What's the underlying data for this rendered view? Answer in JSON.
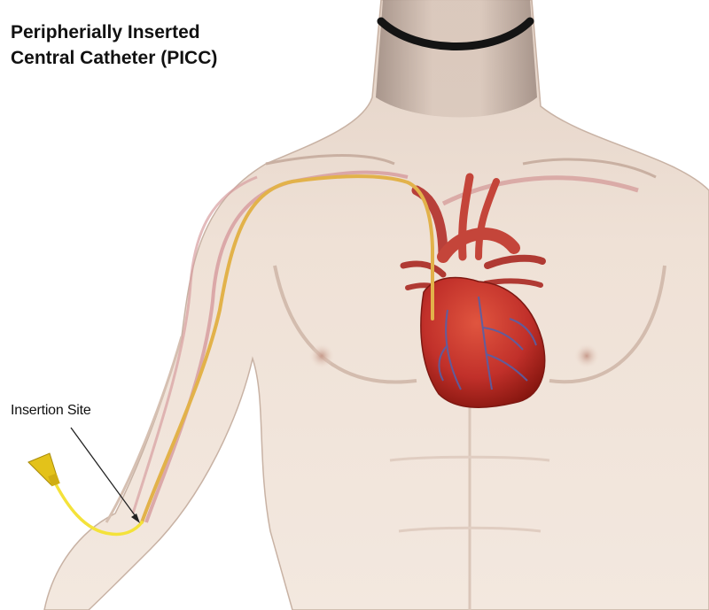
{
  "title": {
    "line1": "Peripherially Inserted",
    "line2": "Central Catheter (PICC)"
  },
  "labels": {
    "insertion_site": "Insertion Site"
  },
  "colors": {
    "skin": "#ecdcd0",
    "skin_shadow": "#cdb5a5",
    "vein": "#d79ea0",
    "catheter": "#e2b24a",
    "catheter_external": "#f4e23a",
    "connector": "#e3c21a",
    "heart": "#c8362c",
    "heart_dark": "#8a1a14",
    "coronary": "#5560a8",
    "neck_band": "#141414"
  },
  "icons": {
    "connector": "catheter-hub-icon",
    "pointer": "arrow-icon"
  }
}
